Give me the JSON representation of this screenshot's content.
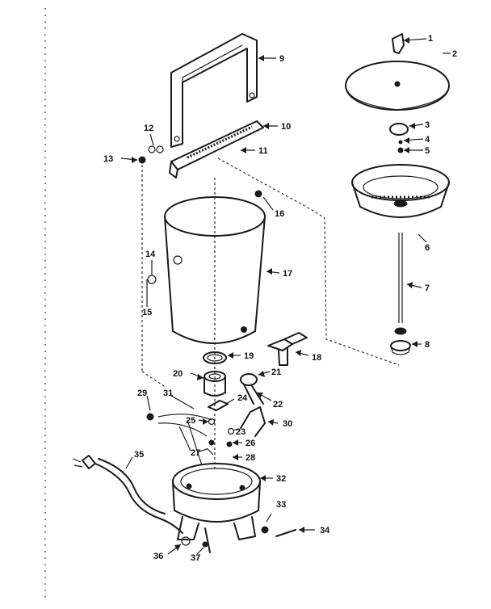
{
  "callouts": [
    {
      "id": "1",
      "text": "1"
    },
    {
      "id": "2",
      "text": "2"
    },
    {
      "id": "3",
      "text": "3"
    },
    {
      "id": "4",
      "text": "4"
    },
    {
      "id": "5",
      "text": "5"
    },
    {
      "id": "6",
      "text": "6"
    },
    {
      "id": "7",
      "text": "7"
    },
    {
      "id": "8",
      "text": "8"
    },
    {
      "id": "9",
      "text": "9"
    },
    {
      "id": "10",
      "text": "10"
    },
    {
      "id": "11",
      "text": "11"
    },
    {
      "id": "12",
      "text": "12"
    },
    {
      "id": "13",
      "text": "13"
    },
    {
      "id": "14",
      "text": "14"
    },
    {
      "id": "15",
      "text": "15"
    },
    {
      "id": "16",
      "text": "16"
    },
    {
      "id": "17",
      "text": "17"
    },
    {
      "id": "18",
      "text": "18"
    },
    {
      "id": "19",
      "text": "19"
    },
    {
      "id": "20",
      "text": "20"
    },
    {
      "id": "21",
      "text": "21"
    },
    {
      "id": "22",
      "text": "22"
    },
    {
      "id": "23",
      "text": "23"
    },
    {
      "id": "25",
      "text": "25"
    },
    {
      "id": "26",
      "text": "26"
    },
    {
      "id": "27",
      "text": "27"
    },
    {
      "id": "28",
      "text": "28"
    },
    {
      "id": "29",
      "text": "29"
    },
    {
      "id": "30",
      "text": "30"
    },
    {
      "id": "31",
      "text": "31"
    },
    {
      "id": "32",
      "text": "32"
    },
    {
      "id": "33",
      "text": "33"
    },
    {
      "id": "34",
      "text": "34"
    },
    {
      "id": "35",
      "text": "35"
    },
    {
      "id": "36",
      "text": "36"
    },
    {
      "id": "37",
      "text": "37"
    },
    {
      "id": "24",
      "text": "24"
    }
  ]
}
